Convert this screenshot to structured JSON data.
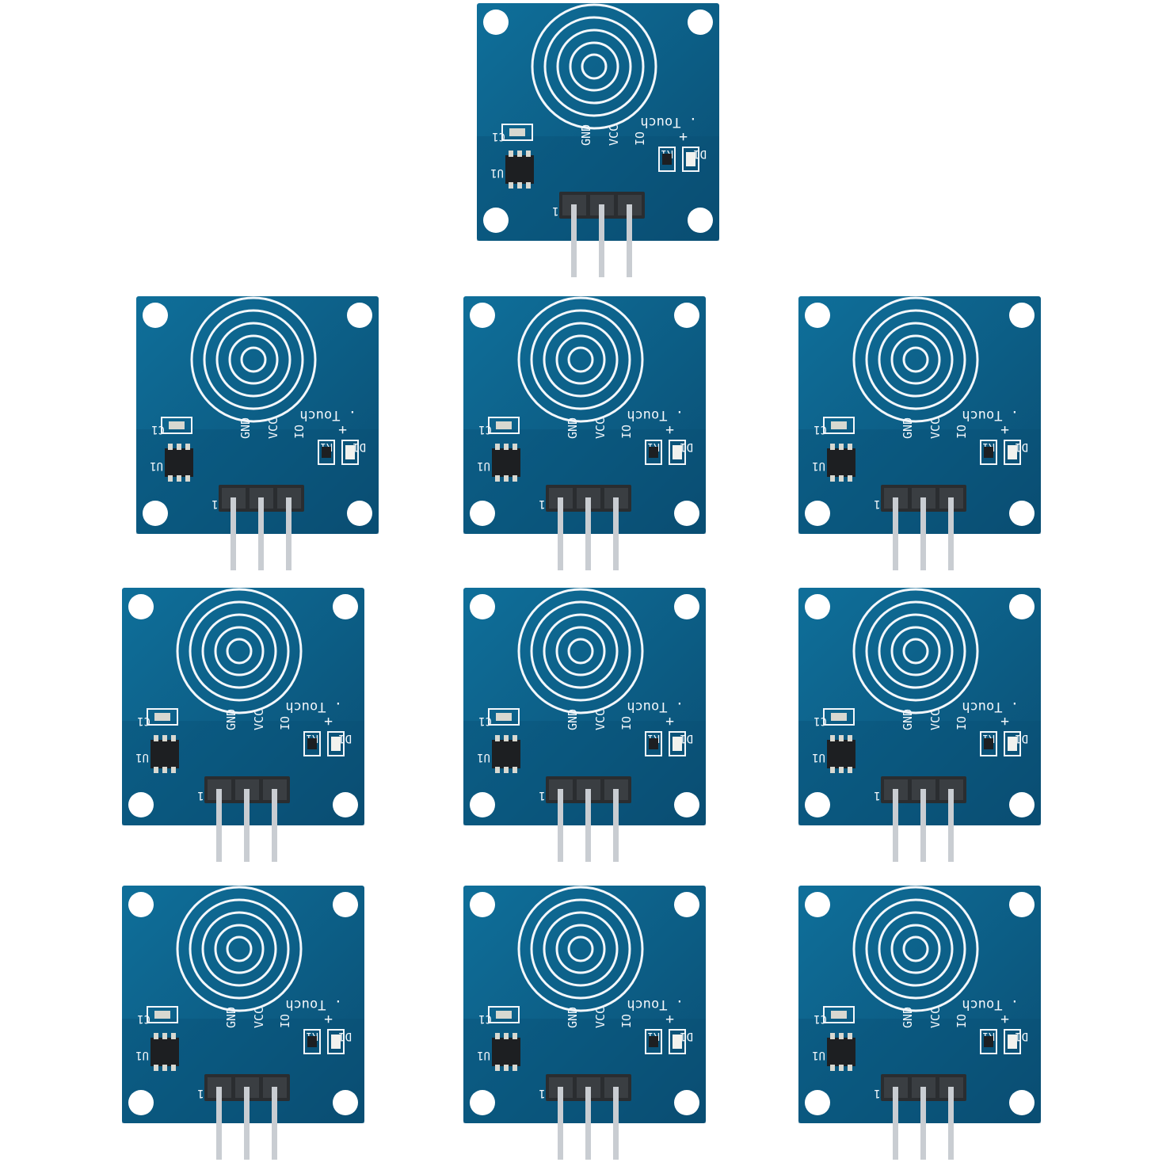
{
  "colors": {
    "background": "#ffffff",
    "pcb": "#0f6f9a",
    "pcb_dark": "#0a4e73",
    "silkscreen": "#f3f7fb",
    "hole": "#ffffff",
    "pin": "#c9cdd2",
    "header": "#2a2d30",
    "chip": "#1d1f22",
    "pad": "#d8d8d0",
    "led": "#f2f2ee"
  },
  "board": {
    "touch_label": "Touch",
    "cap_label": "C1",
    "chip_label": "U1",
    "resistor_label": "R1",
    "led_label": "D1",
    "plus_sign": "+",
    "header_label": "J1",
    "pin_gnd": "GND",
    "pin_vcc": "VCC",
    "pin_io": "IO"
  },
  "module_count": 10
}
